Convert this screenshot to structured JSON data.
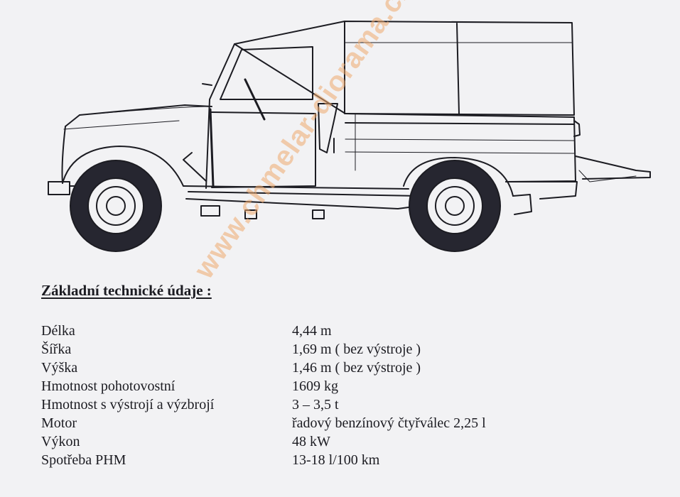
{
  "document": {
    "heading": "Základní technické údaje :",
    "watermark": "www.chmelar-diorama.cz",
    "specs": [
      {
        "label": "Délka",
        "value": "4,44 m"
      },
      {
        "label": "Šířka",
        "value": "1,69 m ( bez výstroje )"
      },
      {
        "label": "Výška",
        "value": "1,46 m ( bez výstroje )"
      },
      {
        "label": "Hmotnost pohotovostní",
        "value": "1609 kg"
      },
      {
        "label": "Hmotnost s výstrojí a výzbrojí",
        "value": "3 – 3,5 t"
      },
      {
        "label": "Motor",
        "value": "řadový benzínový čtyřválec 2,25 l"
      },
      {
        "label": "Výkon",
        "value": "48 kW"
      },
      {
        "label": "Spotřeba PHM",
        "value": "13-18 l/100 km"
      }
    ]
  },
  "colors": {
    "background": "#f2f2f4",
    "ink": "#1c1c22",
    "watermark": "#eeaa6e"
  },
  "icons": {
    "drawing": "vehicle-side-view-line-drawing"
  }
}
